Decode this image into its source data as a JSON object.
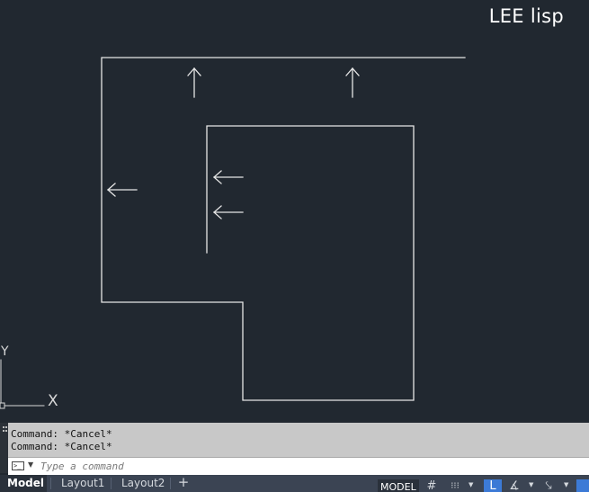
{
  "watermark": "LEE lisp",
  "ucs": {
    "y_label": "Y",
    "x_label": "X"
  },
  "colors": {
    "canvas": "#212830",
    "linework": "#e6e6e6",
    "command_history_bg": "#c8c8c8",
    "statusbar_bg": "#3b4453",
    "active_toggle": "#3c7ad6"
  },
  "command_line": {
    "history": [
      "Command: *Cancel*",
      "Command: *Cancel*"
    ],
    "input_value": "",
    "placeholder": "Type a command",
    "prompt_icon": "command-prompt-icon"
  },
  "layout_tabs": [
    {
      "label": "Model",
      "active": true
    },
    {
      "label": "Layout1",
      "active": false
    },
    {
      "label": "Layout2",
      "active": false
    }
  ],
  "add_layout_label": "+",
  "status_bar": {
    "model_label": "MODEL",
    "icons": [
      {
        "name": "grid-icon",
        "glyph": "#"
      },
      {
        "name": "snap-icon",
        "glyph": "⁝⁝⁝"
      },
      {
        "name": "ortho-icon",
        "glyph": "L",
        "active": true
      },
      {
        "name": "polar-tracking-icon",
        "glyph": "∡"
      },
      {
        "name": "object-snap-icon",
        "glyph": "⤥"
      }
    ]
  }
}
